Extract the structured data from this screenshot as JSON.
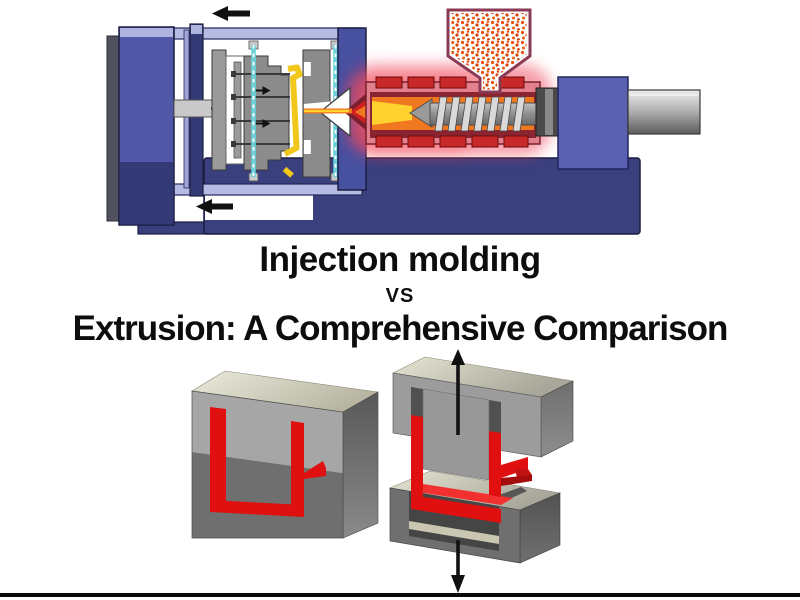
{
  "title": {
    "line1": "Injection molding",
    "vs": "VS",
    "line2": "Extrusion: A Comprehensive Comparison"
  },
  "palette": {
    "machine_blue": "#5158A8",
    "machine_dark_blue": "#3A3F7E",
    "fixed_platen_blue": "#4850A0",
    "support_blue": "#5A61B2",
    "tie_bar_lavender": "#B6BBE4",
    "heat_glow_red": "#EE3D55",
    "heater_band_red": "#C82828",
    "molten_orange": "#F07820",
    "molten_yellow": "#FFD22E",
    "pellet_orange": "#E8500F",
    "mold_gray": "#8C8C8C",
    "coolant_cyan": "#69D2DB",
    "molded_part_yellow": "#F2C71C",
    "block_gray": "#9C9C9C",
    "block_top_cream": "#E9E7D5",
    "die_part_red": "#DE1010",
    "arrow_black": "#111111"
  },
  "diagrams": {
    "machine": {
      "name": "injection-molding-machine",
      "parts": [
        "clamping-unit",
        "moving-platen",
        "tie-bars",
        "mold-halves",
        "ejector-pins",
        "molded-part",
        "cooling-lines",
        "fixed-platen",
        "nozzle",
        "heated-barrel",
        "heater-bands",
        "reciprocating-screw",
        "hopper",
        "plastic-pellets",
        "drive-cylinder",
        "machine-base",
        "motion-arrows"
      ]
    },
    "molds": {
      "closed_die": {
        "name": "closed-die-with-u-channel",
        "features": [
          "u-channel-cavity",
          "side-gate"
        ]
      },
      "open_mold": {
        "name": "open-mold-with-part",
        "features": [
          "upper-die-core",
          "molded-u-part",
          "side-gate",
          "lower-die-cavity",
          "opening-direction-arrows"
        ]
      }
    }
  }
}
